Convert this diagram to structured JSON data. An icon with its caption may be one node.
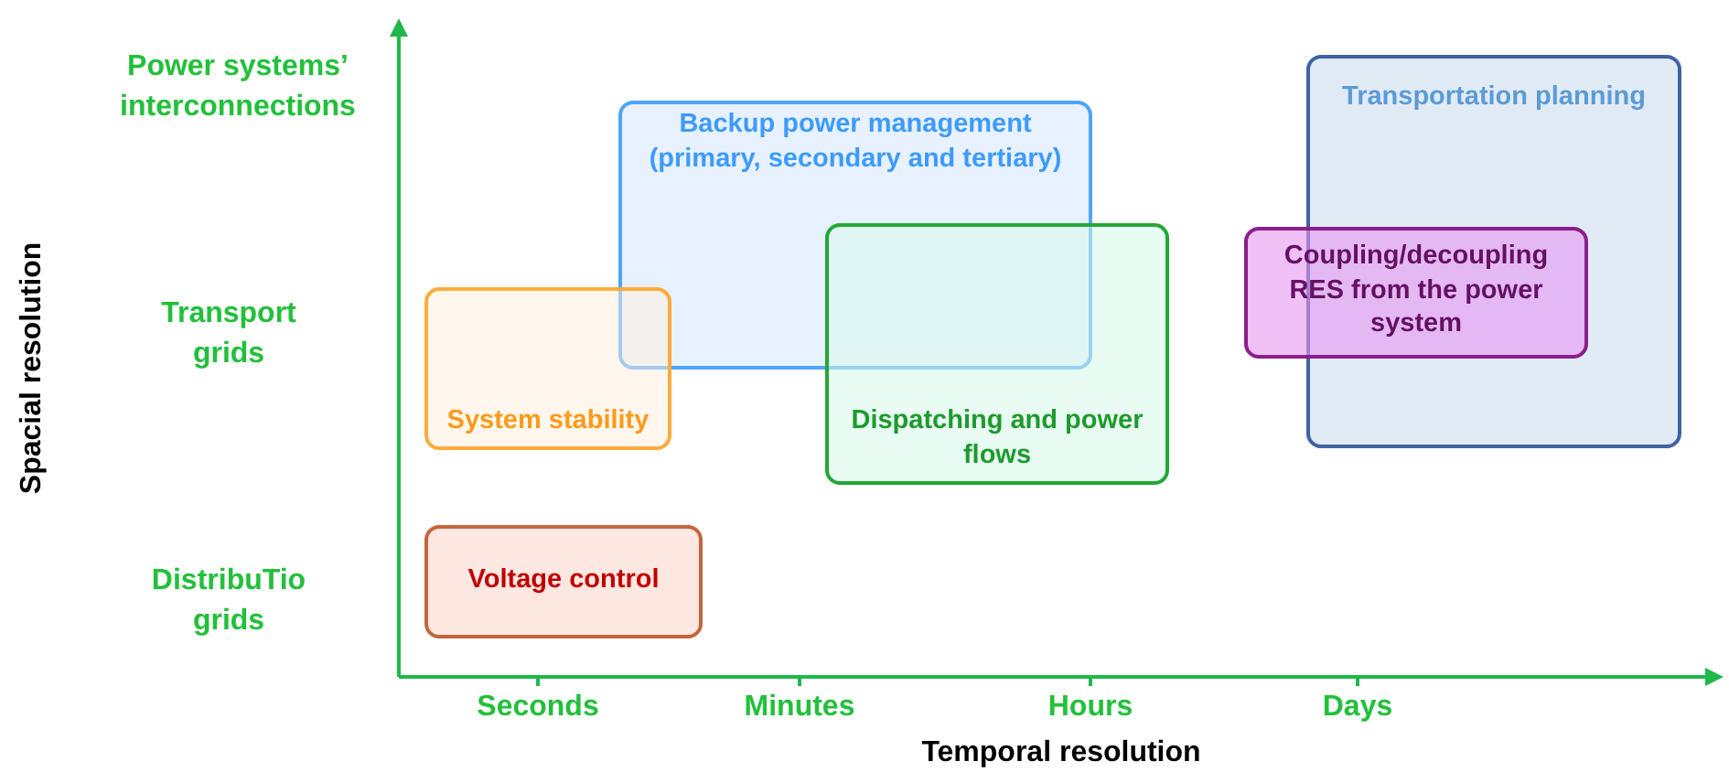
{
  "diagram": {
    "nodes": [
      {
        "text": [
          "Transportation planning"
        ]
      },
      {
        "text": [
          "Backup power management (primary, secondary and tertiary)"
        ]
      },
      {
        "text": [
          "Dispatching and power flows"
        ]
      },
      {
        "text": [
          "Coupling/decoupling RES from the power system"
        ]
      },
      {
        "text": [
          "System stability"
        ]
      },
      {
        "text": [
          "Voltage control"
        ]
      }
    ],
    "edges": [],
    "labels": [
      "Power systems’ interconnections",
      "Transport grids",
      "Spacial resolution",
      "DistribuTio grids",
      "Seconds",
      "Minutes",
      "Hours",
      "Days",
      "Temporal resolution"
    ]
  }
}
